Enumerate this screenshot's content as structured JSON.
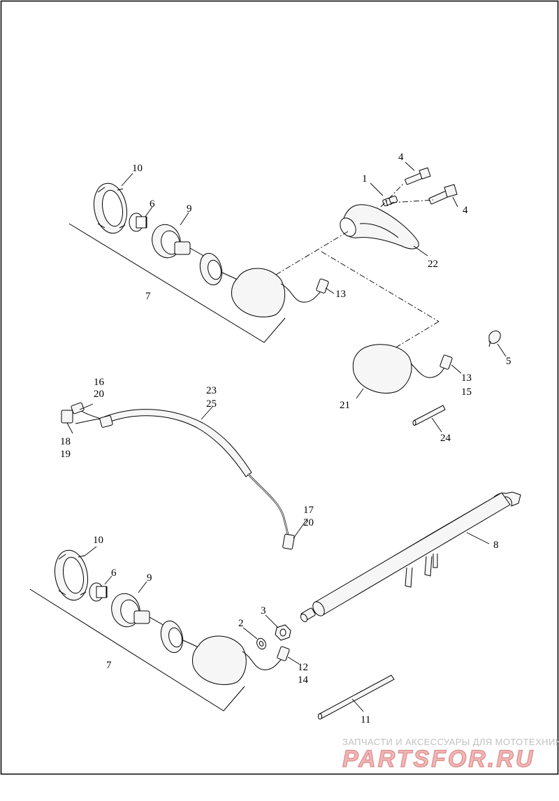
{
  "callouts": {
    "c1": "1",
    "c2": "2",
    "c3": "3",
    "c4a": "4",
    "c4b": "4",
    "c5": "5",
    "c6a": "6",
    "c6b": "6",
    "c7a": "7",
    "c7b": "7",
    "c8": "8",
    "c9a": "9",
    "c9b": "9",
    "c10a": "10",
    "c10b": "10",
    "c11": "11",
    "c12": "12",
    "c13a": "13",
    "c13b": "13",
    "c14": "14",
    "c15": "15",
    "c16": "16",
    "c17": "17",
    "c18": "18",
    "c19": "19",
    "c20a": "20",
    "c20b": "20",
    "c21": "21",
    "c22": "22",
    "c23": "23",
    "c24": "24",
    "c25": "25"
  },
  "watermark": {
    "tagline": "ЗАПЧАСТИ И АКСЕССУАРЫ ДЛЯ МОТОТЕХНИКИ",
    "brand": "PARTSFOR.RU"
  },
  "colors": {
    "line": "#000000",
    "part_fill": "#f6f6f6",
    "watermark_red": "#f2b6b6"
  }
}
